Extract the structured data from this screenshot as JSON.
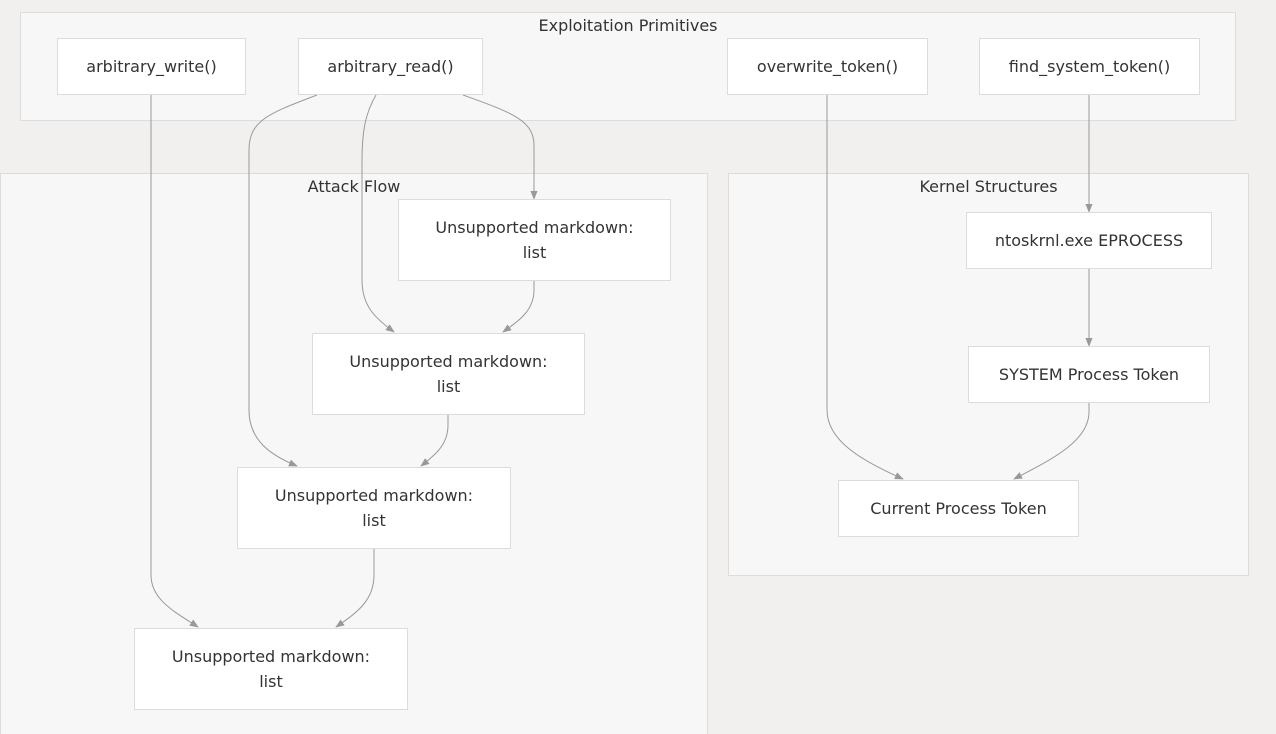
{
  "clusters": {
    "primitives": "Exploitation Primitives",
    "attack_flow": "Attack Flow",
    "kernel": "Kernel Structures"
  },
  "nodes": {
    "arbitrary_write": "arbitrary_write()",
    "arbitrary_read": "arbitrary_read()",
    "overwrite_token": "overwrite_token()",
    "find_system_token": "find_system_token()",
    "flow_step_1": "Unsupported markdown:\nlist",
    "flow_step_2": "Unsupported markdown:\nlist",
    "flow_step_3": "Unsupported markdown:\nlist",
    "flow_step_4": "Unsupported markdown:\nlist",
    "eprocess": "ntoskrnl.exe EPROCESS",
    "system_token": "SYSTEM Process Token",
    "current_token": "Current Process Token"
  },
  "colors": {
    "background": "#f1f0ee",
    "cluster_fill": "#f7f7f7",
    "node_fill": "#ffffff",
    "border": "#dcdcdc",
    "edge": "#999999",
    "text": "#333333"
  }
}
